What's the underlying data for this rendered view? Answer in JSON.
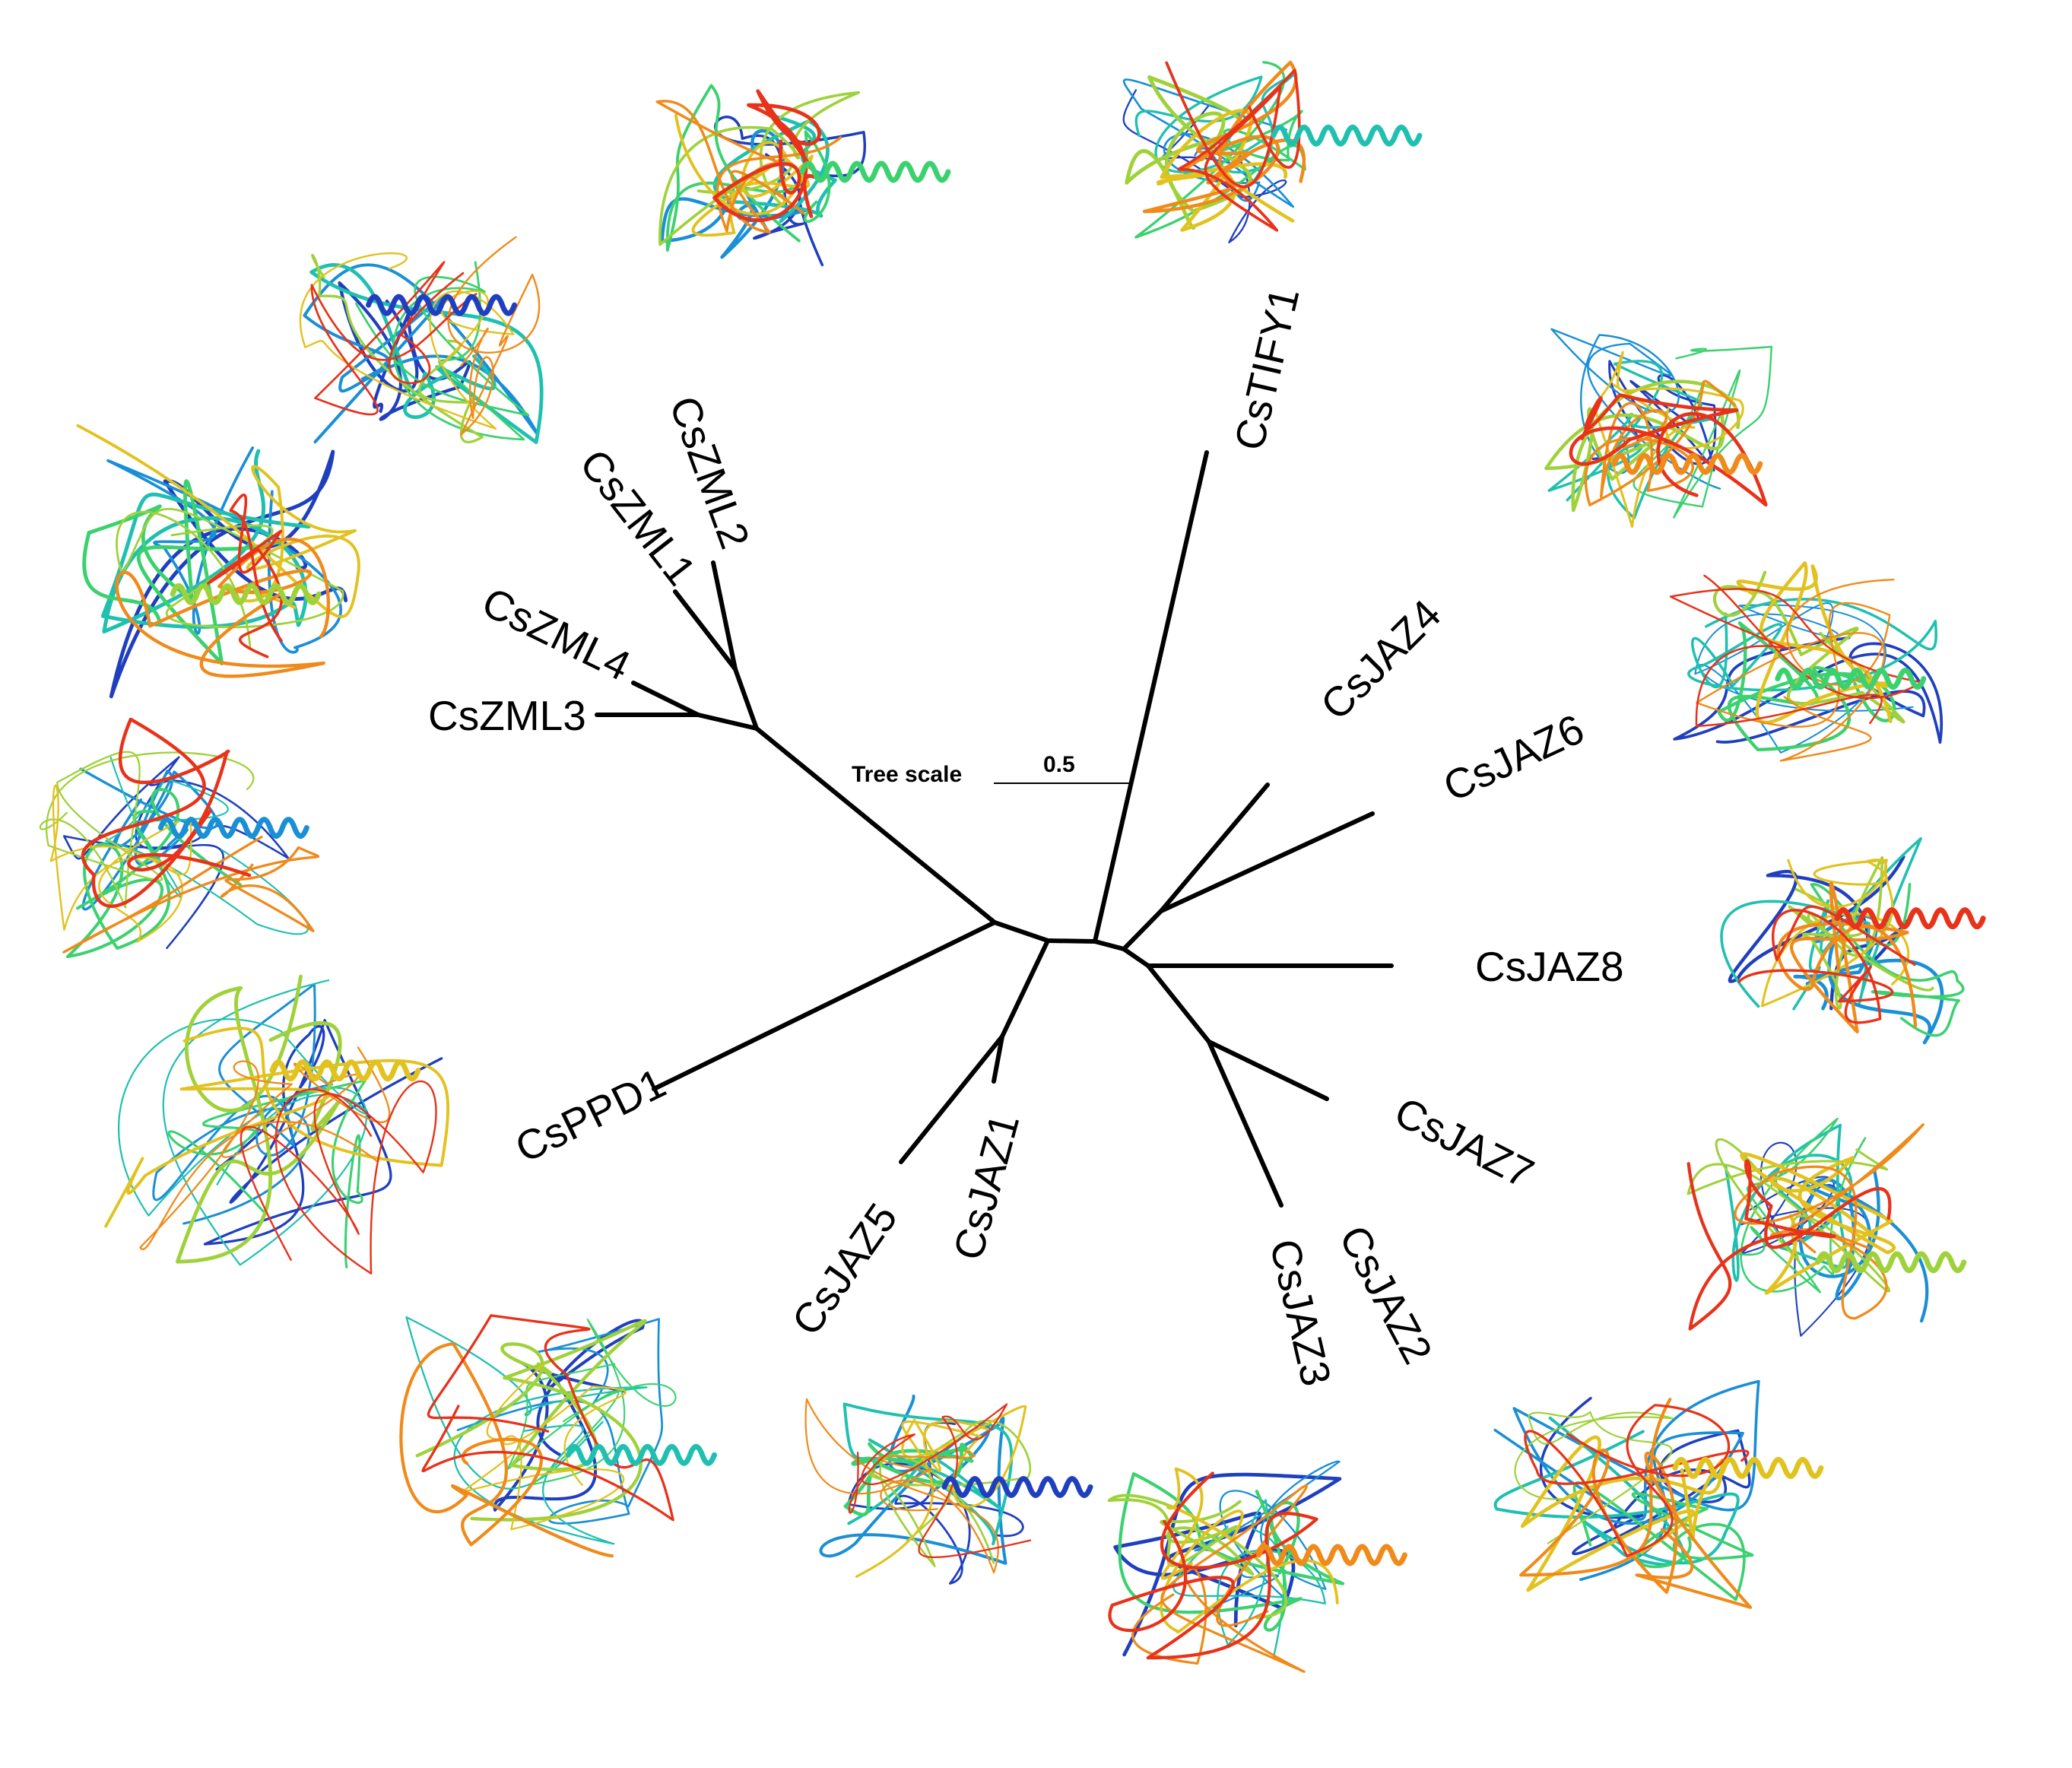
{
  "tree_scale": {
    "label": "Tree scale",
    "value": "0.5"
  },
  "leaves": {
    "tify1": "CsTIFY1",
    "zml1": "CsZML1",
    "zml2": "CsZML2",
    "zml3": "CsZML3",
    "zml4": "CsZML4",
    "jaz1": "CsJAZ1",
    "jaz2": "CsJAZ2",
    "jaz3": "CsJAZ3",
    "jaz4": "CsJAZ4",
    "jaz5": "CsJAZ5",
    "jaz6": "CsJAZ6",
    "jaz7": "CsJAZ7",
    "jaz8": "CsJAZ8",
    "ppd1": "CsPPD1"
  },
  "structure_colors": [
    "#1f3fbf",
    "#1a8fd6",
    "#20c0b0",
    "#3bd16f",
    "#9fd23a",
    "#e2c21f",
    "#f08a1a",
    "#e8321a"
  ]
}
